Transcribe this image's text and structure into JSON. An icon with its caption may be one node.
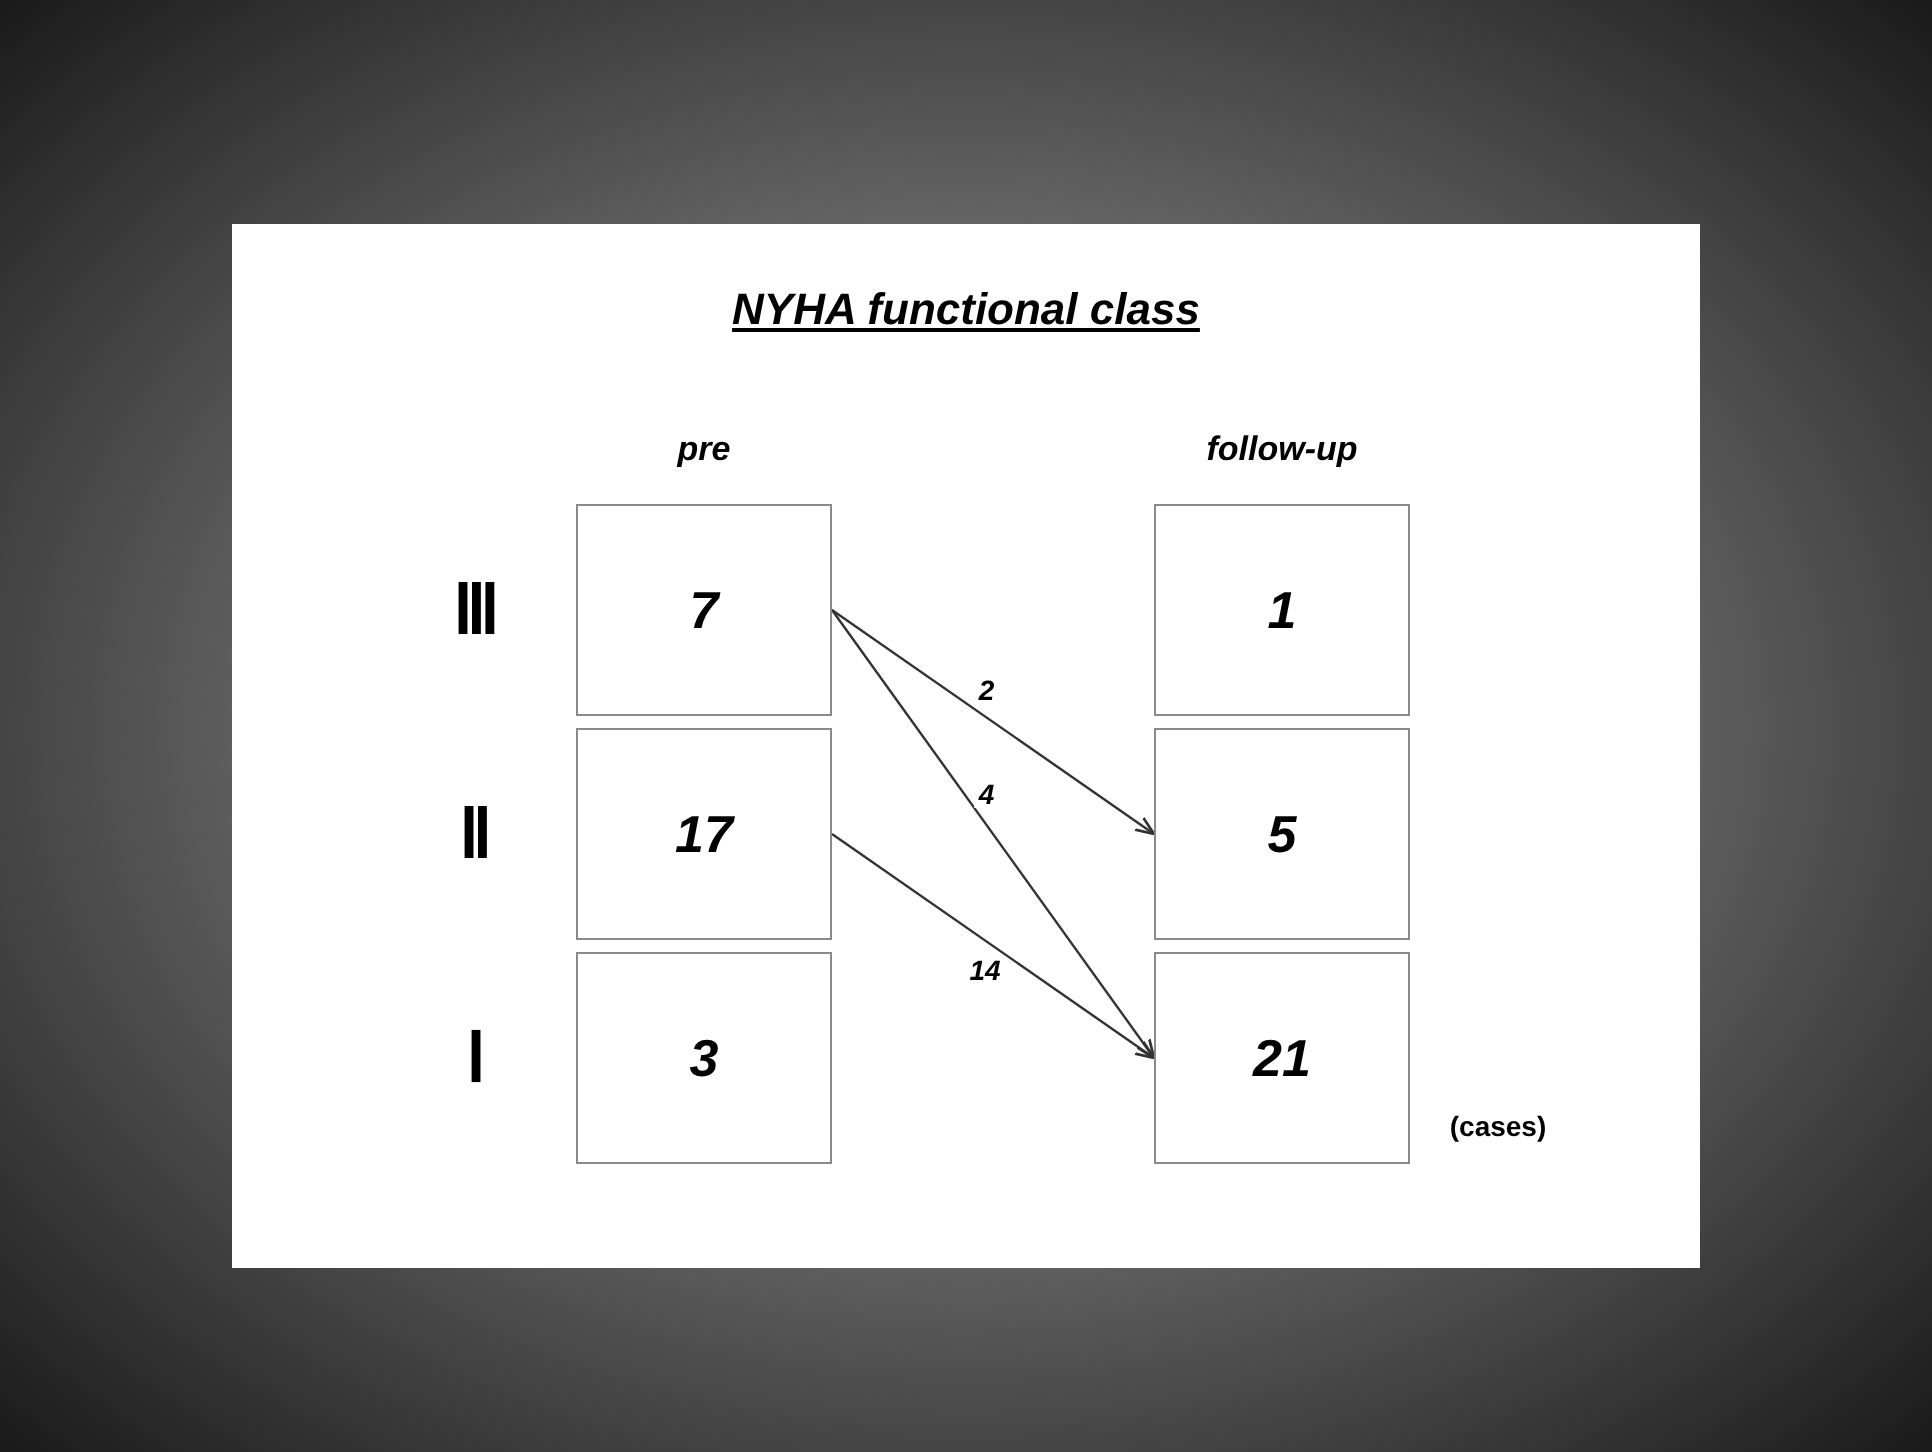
{
  "diagram": {
    "title": "NYHA functional class",
    "nodes": [
      {
        "text": [
          "7"
        ]
      },
      {
        "text": [
          "17"
        ]
      },
      {
        "text": [
          "3"
        ]
      },
      {
        "text": [
          "1"
        ]
      },
      {
        "text": [
          "5"
        ]
      },
      {
        "text": [
          "21"
        ]
      }
    ],
    "edges": [
      {
        "from": 0,
        "to": 4,
        "arrow": "to",
        "label": "2"
      },
      {
        "from": 0,
        "to": 5,
        "arrow": "to",
        "label": "4"
      },
      {
        "from": 1,
        "to": 5,
        "arrow": "to",
        "label": "14"
      }
    ],
    "labels": [
      "pre",
      "follow-up",
      "Ⅲ",
      "Ⅱ",
      "Ⅰ",
      "(cases)"
    ]
  }
}
